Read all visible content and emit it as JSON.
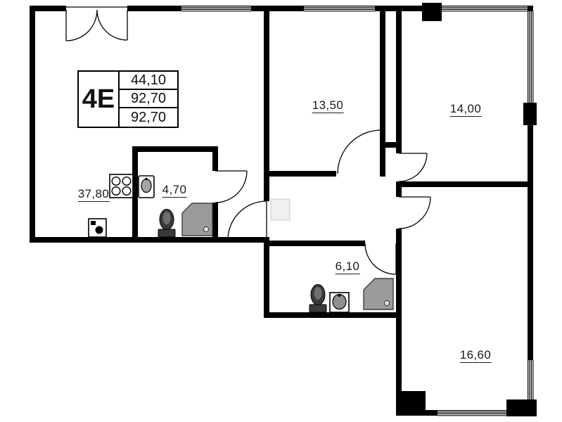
{
  "plan": {
    "unit": {
      "label": "4E",
      "areas": [
        "44,10",
        "92,70",
        "92,70"
      ]
    },
    "rooms": [
      {
        "id": "living-kitchen",
        "area": "37,80"
      },
      {
        "id": "bedroom-top-middle",
        "area": "13,50"
      },
      {
        "id": "bedroom-top-right",
        "area": "14,00"
      },
      {
        "id": "bathroom-small",
        "area": "4,70"
      },
      {
        "id": "bathroom-large",
        "area": "6,10"
      },
      {
        "id": "bedroom-bottom-right",
        "area": "16,60"
      }
    ],
    "fixtures": [
      "stove-icon",
      "washbasin-icon",
      "washing-machine-icon",
      "toilet-icon",
      "shower-cabin-icon"
    ],
    "colors": {
      "walls": "#000000",
      "shower_fill": "#9b9b9b",
      "background": "#ffffff"
    }
  }
}
